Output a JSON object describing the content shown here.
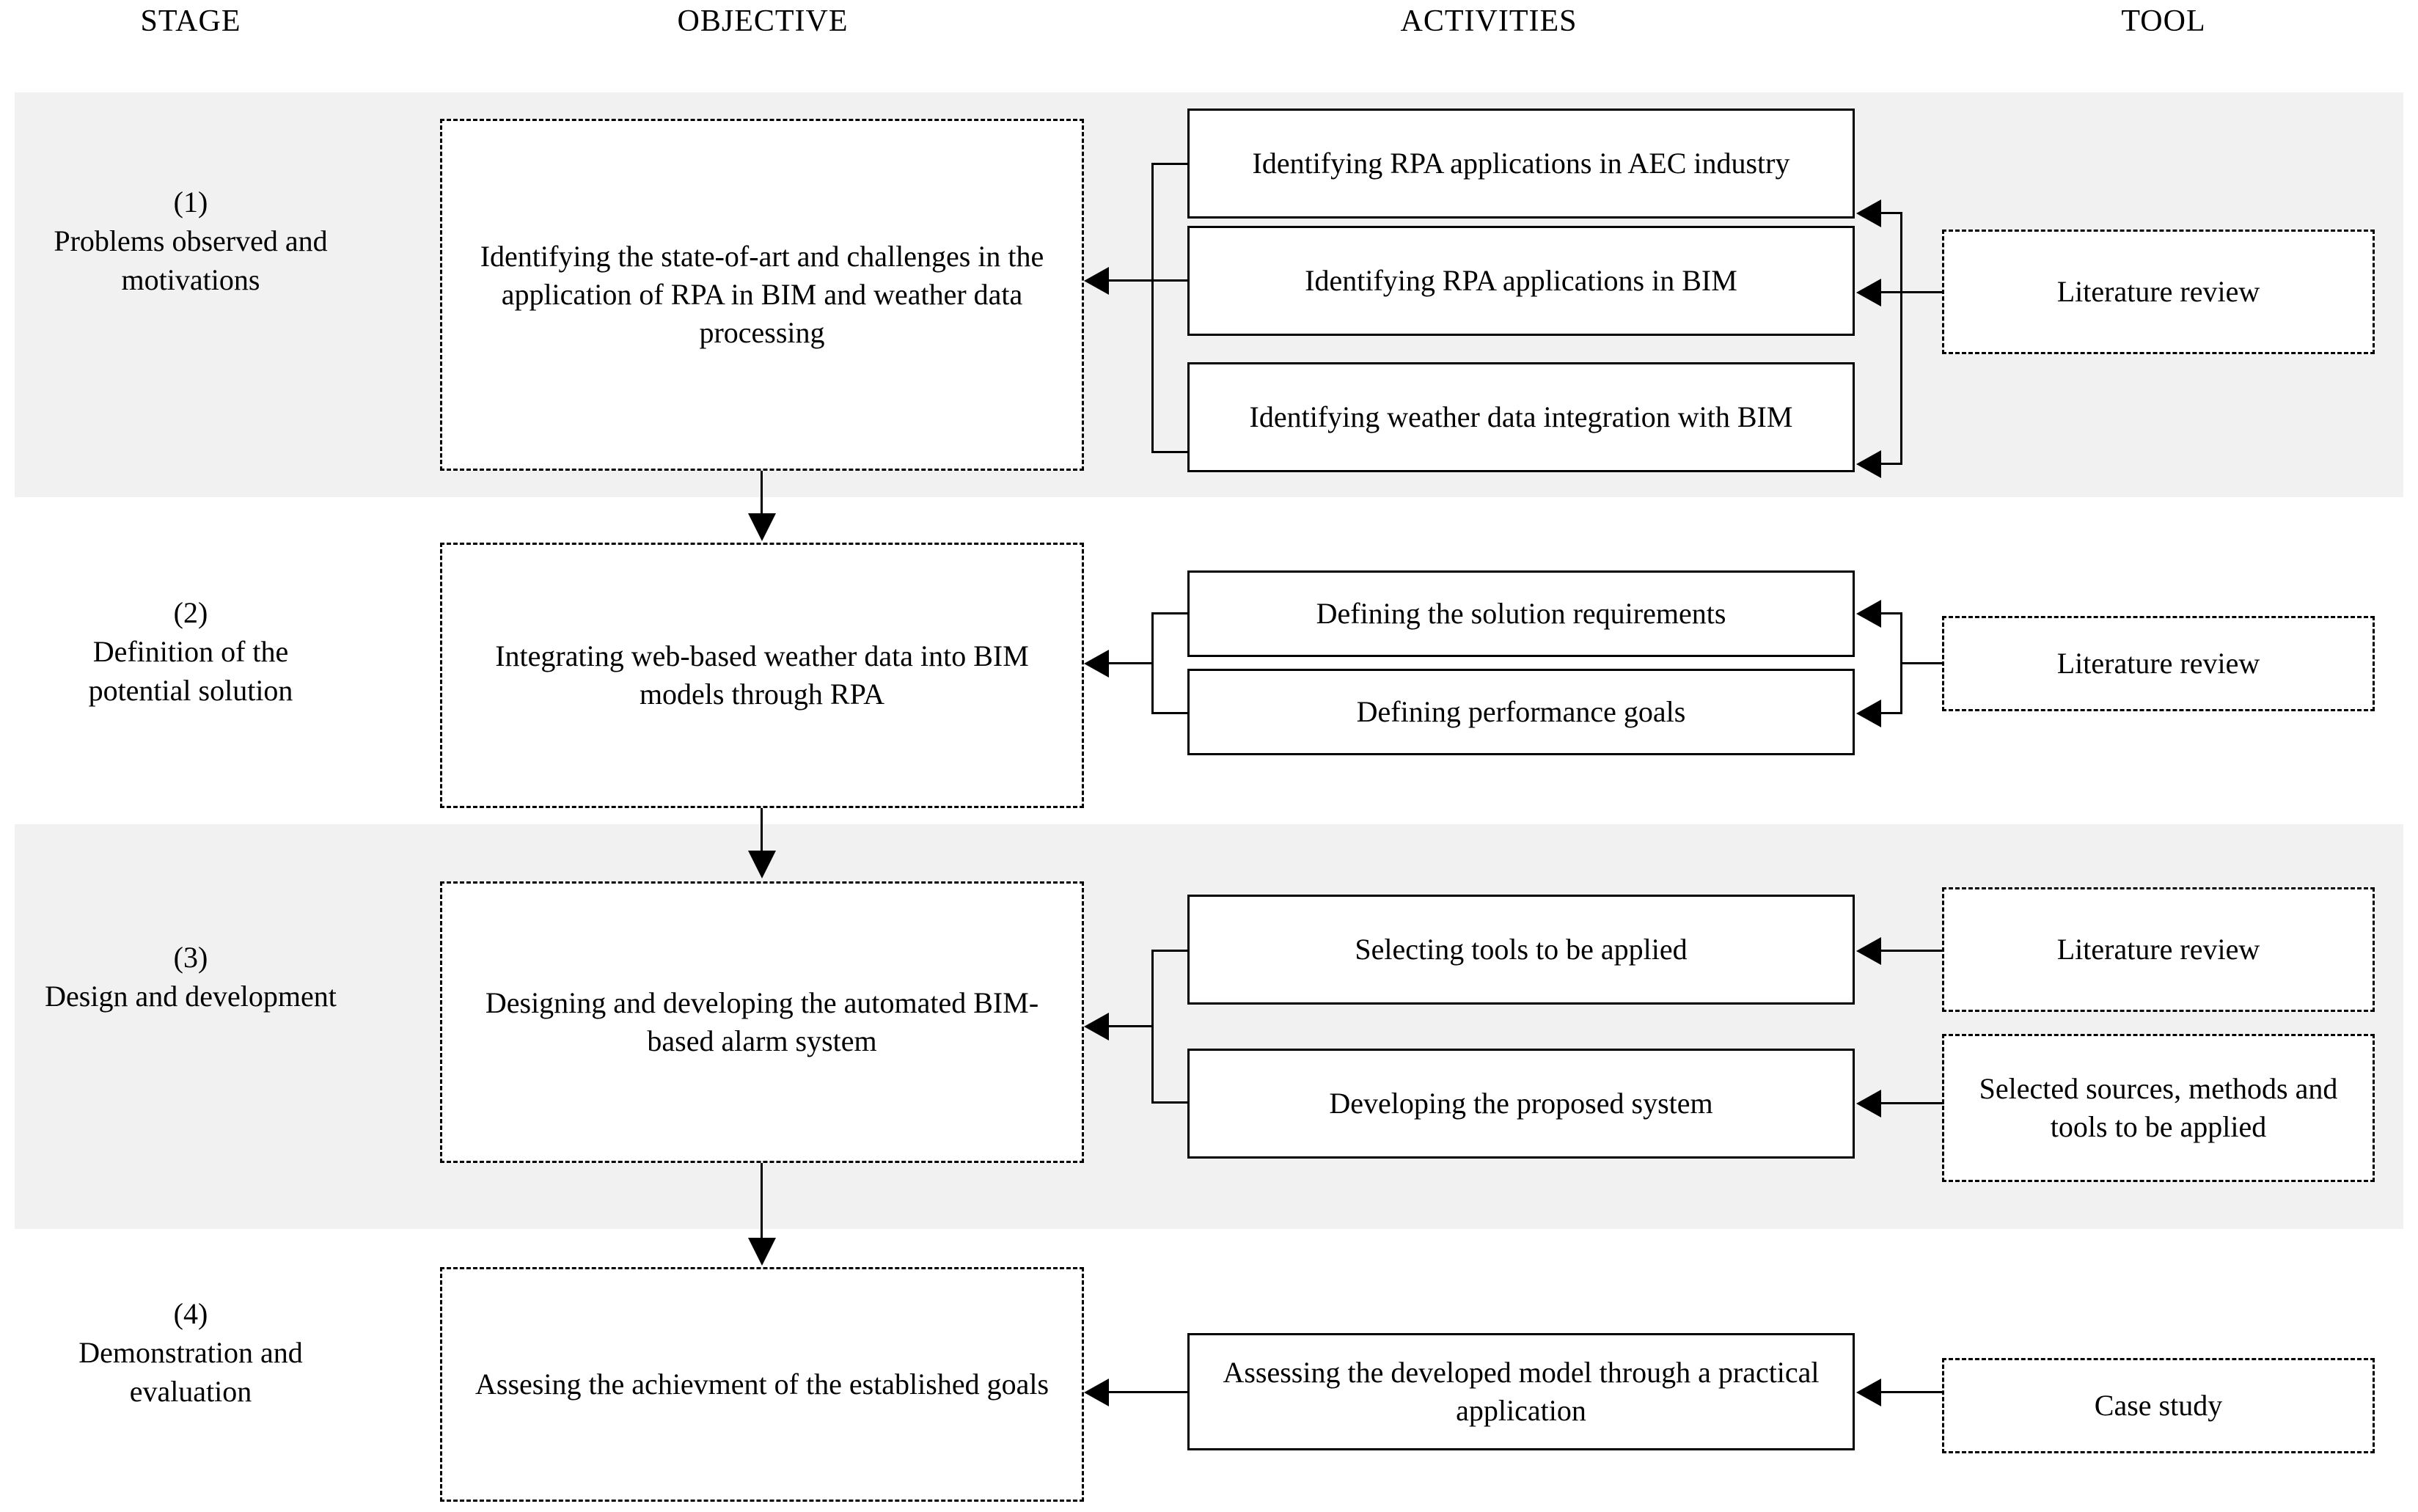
{
  "headers": {
    "stage": "STAGE",
    "objective": "OBJECTIVE",
    "activities": "ACTIVITIES",
    "tool": "TOOL"
  },
  "colors": {
    "band": "#f1f1f1",
    "line": "#000000",
    "box_fill": "#ffffff"
  },
  "rows": [
    {
      "stage_number": "(1)",
      "stage_name": "Problems observed and motivations",
      "objective": "Identifying the state-of-art and challenges in the application of RPA in BIM and weather data processing",
      "activities": [
        "Identifying RPA applications in AEC industry",
        "Identifying RPA applications in BIM",
        "Identifying weather data integration with BIM"
      ],
      "tools": [
        "Literature review"
      ],
      "shaded": true
    },
    {
      "stage_number": "(2)",
      "stage_name": "Definition of the potential solution",
      "objective": "Integrating web-based weather data into BIM models through RPA",
      "activities": [
        "Defining the solution requirements",
        "Defining performance goals"
      ],
      "tools": [
        "Literature review"
      ],
      "shaded": false
    },
    {
      "stage_number": "(3)",
      "stage_name": "Design and development",
      "objective": "Designing and developing the automated BIM-based alarm system",
      "activities": [
        "Selecting tools to be applied",
        "Developing the proposed system"
      ],
      "tools": [
        "Literature review",
        "Selected sources, methods and tools to be applied"
      ],
      "shaded": true
    },
    {
      "stage_number": "(4)",
      "stage_name": "Demonstration and evaluation",
      "objective": "Assesing the achievment of the established goals",
      "activities": [
        "Assessing the developed model through a practical application"
      ],
      "tools": [
        "Case study"
      ],
      "shaded": false
    }
  ]
}
